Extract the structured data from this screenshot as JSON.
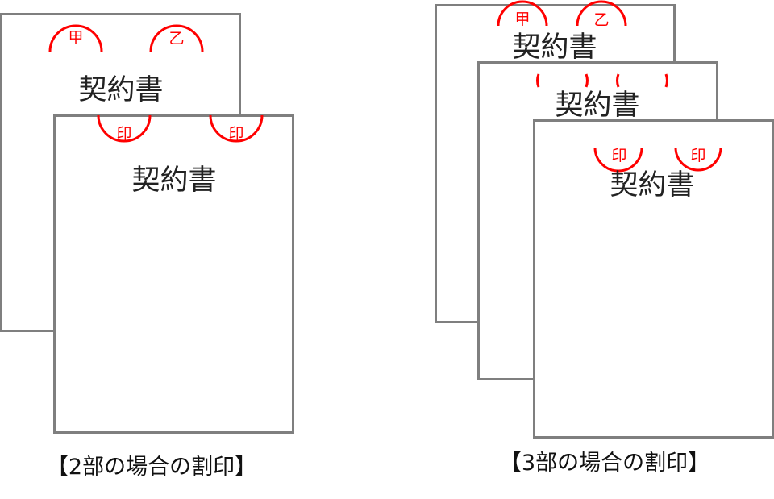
{
  "document_title": "契約書",
  "stamps": {
    "party_a": "甲",
    "party_b": "乙",
    "seal": "印"
  },
  "captions": {
    "two_copies": "【2部の場合の割印】",
    "three_copies": "【3部の場合の割印】"
  },
  "colors": {
    "stamp": "#ff0000",
    "page_border": "#7f7f7f"
  }
}
